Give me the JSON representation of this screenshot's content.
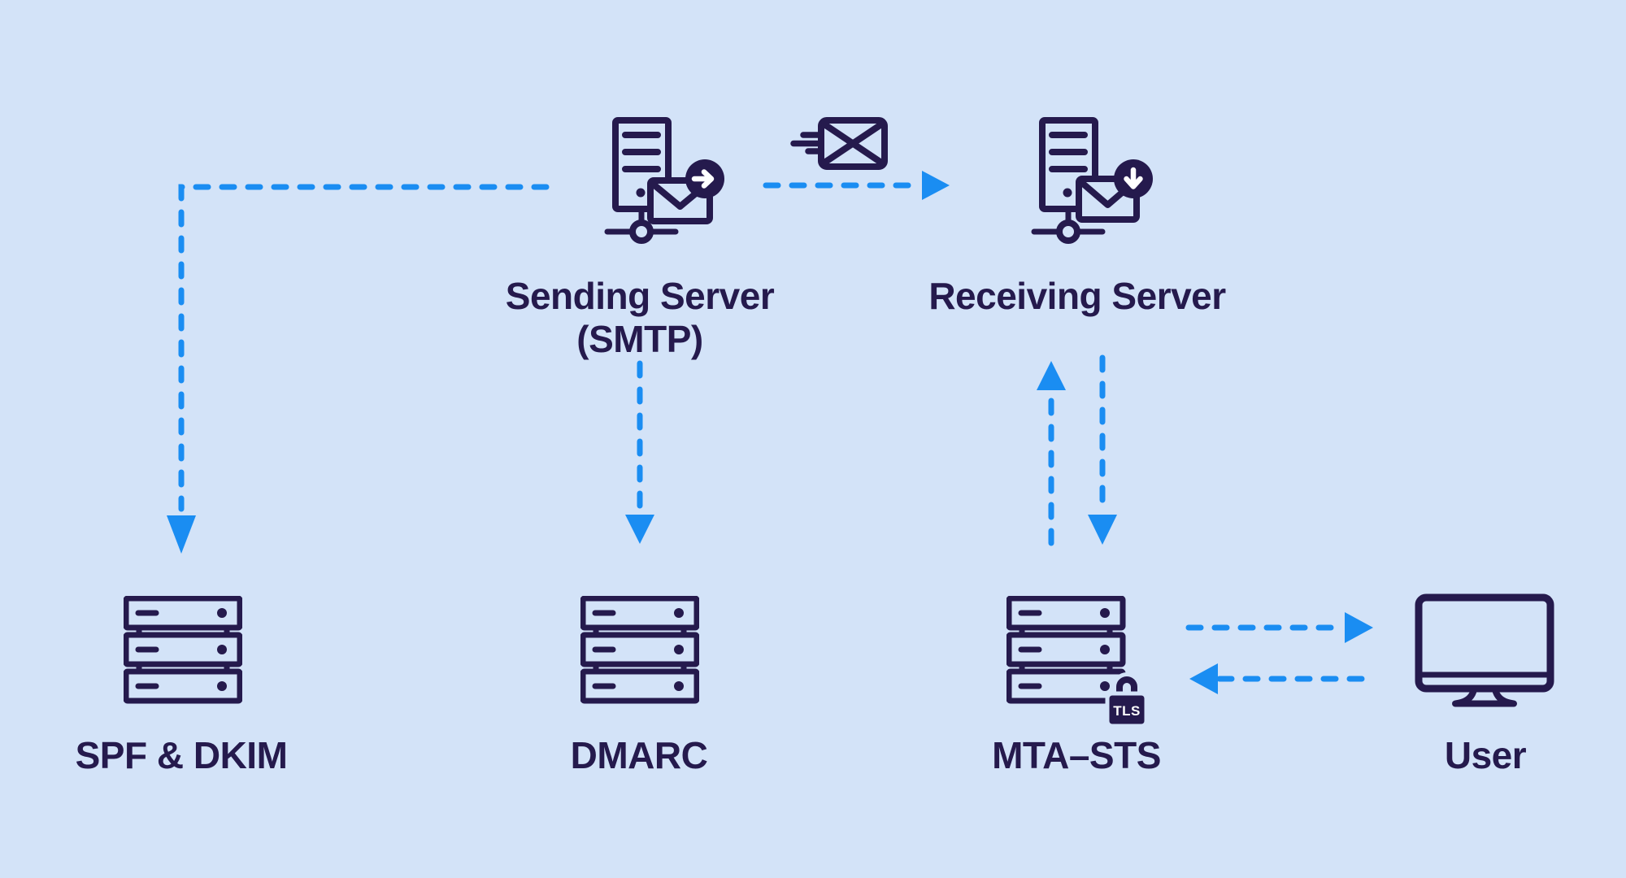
{
  "theme": {
    "background": "#d3e3f8",
    "ink": "#251a4d",
    "arrow_blue": "#1a8df2",
    "lock_label_color": "#ffffff"
  },
  "diagram": {
    "sending_server": {
      "title": "Sending Server",
      "subtitle": "(SMTP)"
    },
    "receiving_server": {
      "title": "Receiving Server"
    },
    "spf_dkim": {
      "title": "SPF & DKIM"
    },
    "dmarc": {
      "title": "DMARC"
    },
    "mta_sts": {
      "title": "MTA–STS",
      "lock_label": "TLS"
    },
    "user": {
      "title": "User"
    }
  },
  "icons": [
    "sending-server-icon",
    "speeding-email-icon",
    "receiving-server-icon",
    "server-rack-icon",
    "tls-padlock-icon",
    "monitor-icon"
  ],
  "edges": [
    {
      "from": "sending_server",
      "to": "spf_dkim",
      "style": "dashed-arrow"
    },
    {
      "from": "sending_server",
      "to": "dmarc",
      "style": "dashed-arrow"
    },
    {
      "from": "sending_server",
      "to": "receiving_server",
      "style": "dashed-arrow"
    },
    {
      "from": "mta_sts",
      "to": "receiving_server",
      "style": "dashed-arrow"
    },
    {
      "from": "receiving_server",
      "to": "mta_sts",
      "style": "dashed-arrow"
    },
    {
      "from": "mta_sts",
      "to": "user",
      "style": "dashed-arrow"
    },
    {
      "from": "user",
      "to": "mta_sts",
      "style": "dashed-arrow"
    }
  ]
}
